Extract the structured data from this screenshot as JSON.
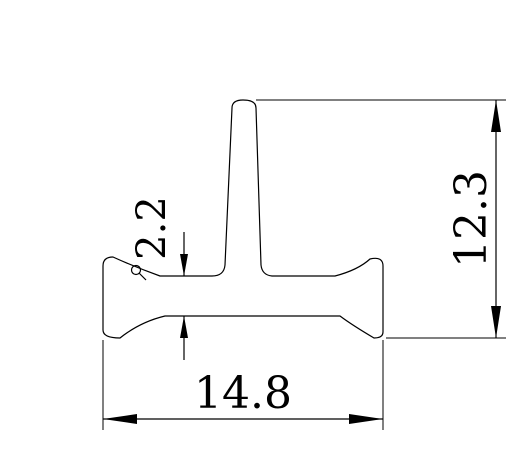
{
  "drawing": {
    "line_color": "#000000",
    "background_color": "#ffffff",
    "dimensions": {
      "width": "14.8",
      "height": "12.3",
      "thickness": "2.2"
    }
  }
}
